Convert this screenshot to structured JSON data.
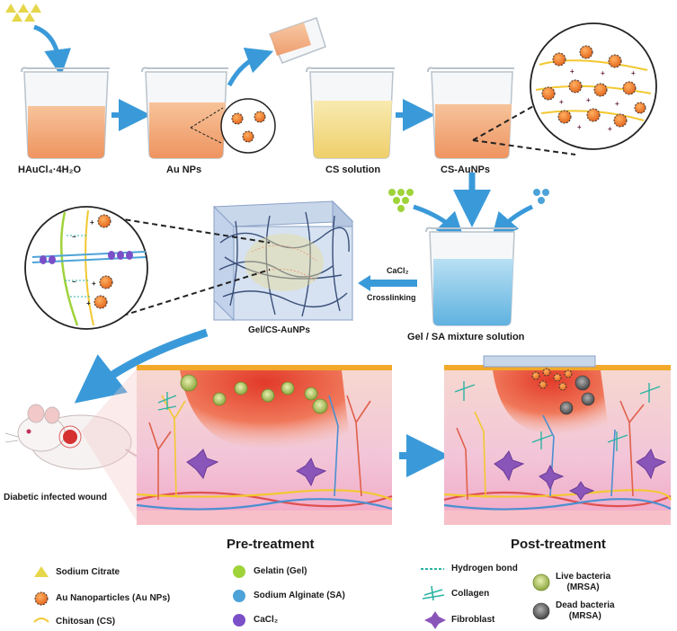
{
  "labels": {
    "haucl4": "HAuCl₄·4H₂O",
    "au_nps": "Au NPs",
    "cs_solution": "CS solution",
    "cs_aunps": "CS-AuNPs",
    "cacl2": "CaCl₂",
    "crosslinking": "Crosslinking",
    "gel_cs_aunps": "Gel/CS-AuNPs",
    "gel_sa_mixture": "Gel / SA mixture solution",
    "diabetic_wound": "Diabetic infected wound",
    "pre_treatment": "Pre-treatment",
    "post_treatment": "Post-treatment"
  },
  "legend": {
    "sodium_citrate": "Sodium Citrate",
    "au_nanoparticles": "Au Nanoparticles (Au NPs)",
    "chitosan": "Chitosan (CS)",
    "gelatin": "Gelatin (Gel)",
    "sodium_alginate": "Sodium Alginate (SA)",
    "cacl2": "CaCl₂",
    "hydrogen_bond": "Hydrogen bond",
    "collagen": "Collagen",
    "fibroblast": "Fibroblast",
    "live_bacteria": "Live bacteria\n(MRSA)",
    "dead_bacteria": "Dead bacteria\n(MRSA)"
  },
  "colors": {
    "orange_solution": "#f0a06e",
    "yellow_solution": "#f3dc8a",
    "blue_solution": "#7cc3e6",
    "arrow_blue": "#3a9ad9",
    "gold_np": "#ef7b22",
    "gelatin_green": "#9fd33a",
    "alginate_blue": "#4da3d8",
    "cacl2_purple": "#7a4fc8",
    "collagen_teal": "#2bb3a3",
    "fibroblast_purple": "#8a55b8",
    "live_bacteria": "#a9c15a",
    "dead_bacteria": "#6a6a6a"
  }
}
